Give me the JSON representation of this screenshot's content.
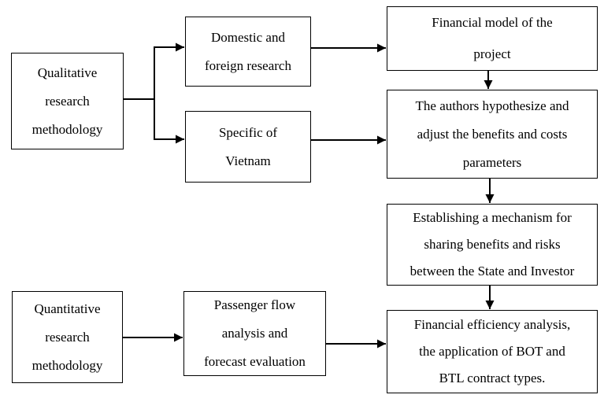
{
  "diagram": {
    "description": "Research methodology flowchart",
    "boxes": {
      "qualitative": {
        "lines": [
          "Qualitative",
          "research",
          "methodology"
        ]
      },
      "domestic": {
        "lines": [
          "Domestic and",
          "foreign research"
        ]
      },
      "specific": {
        "lines": [
          "Specific of",
          "Vietnam"
        ]
      },
      "financial_model": {
        "lines": [
          "Financial model of the",
          "project"
        ]
      },
      "authors": {
        "lines": [
          "The authors hypothesize and",
          "adjust the benefits and costs",
          "parameters"
        ]
      },
      "establishing": {
        "lines": [
          "Establishing a mechanism for",
          "sharing benefits and risks",
          "between the State and Investor"
        ]
      },
      "efficiency": {
        "lines": [
          "Financial efficiency analysis,",
          "the application of BOT and",
          "BTL contract types."
        ]
      },
      "quantitative": {
        "lines": [
          "Quantitative",
          "research",
          "methodology"
        ]
      },
      "passenger": {
        "lines": [
          "Passenger flow",
          "analysis and",
          "forecast evaluation"
        ]
      }
    },
    "connections": [
      "qualitative -> domestic",
      "qualitative -> specific",
      "domestic -> financial_model",
      "specific -> authors",
      "financial_model -> authors",
      "authors -> establishing",
      "establishing -> efficiency",
      "quantitative -> passenger",
      "passenger -> efficiency"
    ]
  },
  "colors": {
    "border": "#000000",
    "background": "#ffffff",
    "text": "#000000",
    "arrow": "#000000"
  }
}
